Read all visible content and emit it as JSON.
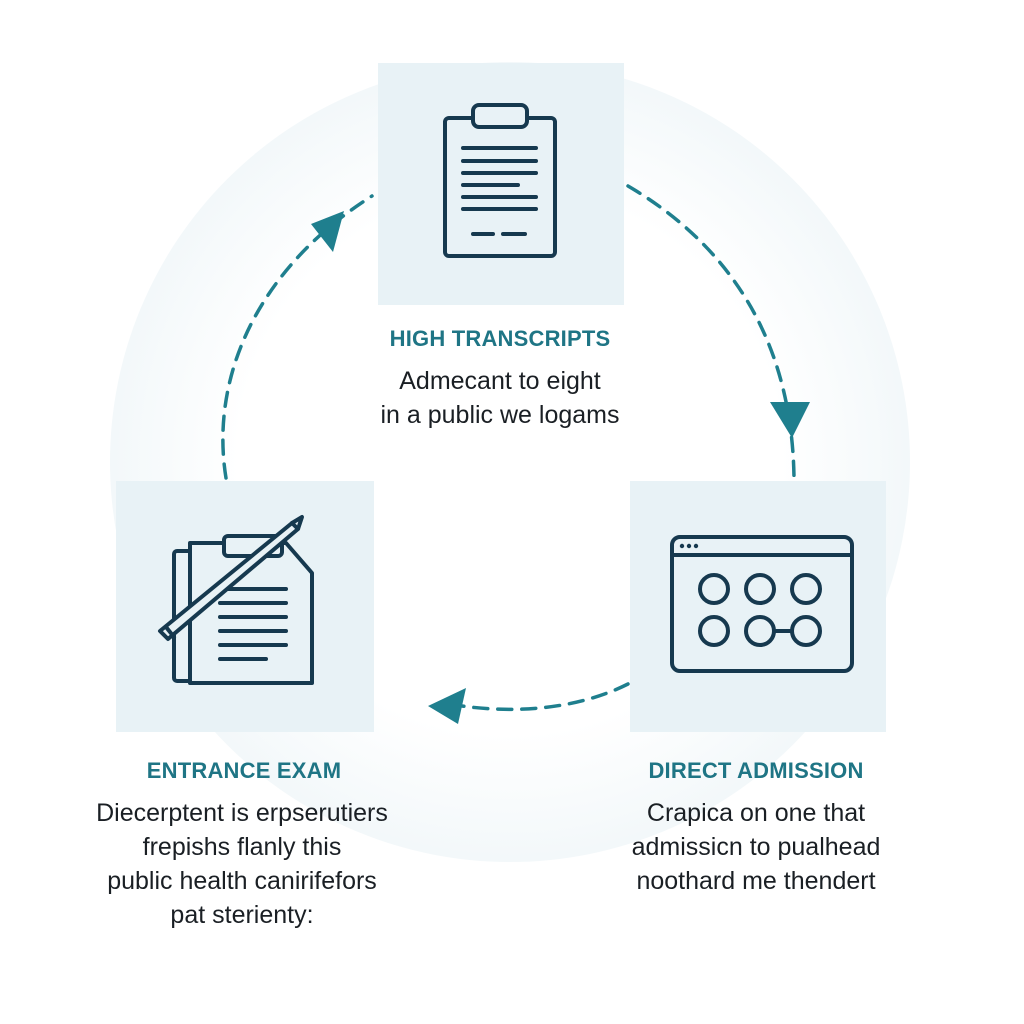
{
  "steps": [
    {
      "id": "high-transcripts",
      "icon": "clipboard-document-icon",
      "heading": "HIGH TRANSCRIPTS",
      "lines": [
        "Admecant to eight",
        "in a public we logams"
      ]
    },
    {
      "id": "direct-admission",
      "icon": "browser-window-icon",
      "heading": "DIRECT ADMISSION",
      "lines": [
        "Crapica on one that",
        "admissicn to pualhead",
        "noothard me thendert"
      ]
    },
    {
      "id": "entrance-exam",
      "icon": "document-pen-icon",
      "heading": "ENTRANCE EXAM",
      "lines": [
        "Diecerptent is erpserutiers",
        "frepishs flanly this",
        "public health canirifefors",
        "pat sterienty:"
      ]
    }
  ],
  "colors": {
    "accent": "#1f7585",
    "arrow": "#1f7f8e",
    "icon_stroke": "#16394f",
    "box_fill": "#e8f2f6",
    "text": "#1a1f24"
  }
}
